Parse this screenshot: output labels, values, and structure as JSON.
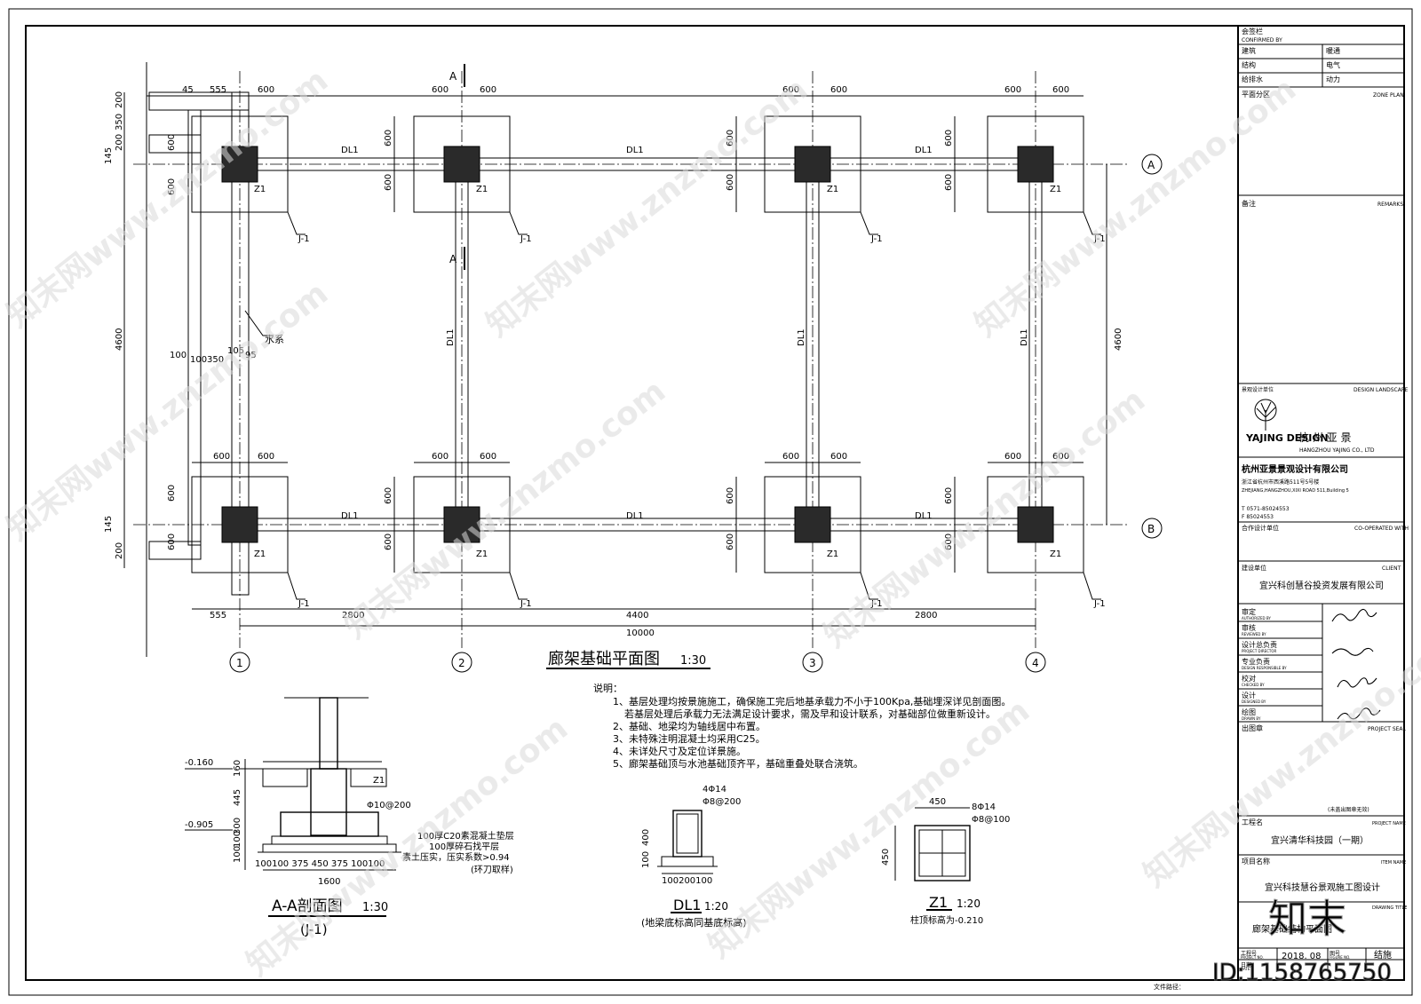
{
  "plan": {
    "title": "廊架基础平面图",
    "scale": "1:30",
    "beam_label": "DL1",
    "column_label": "Z1",
    "footing_label": "J-1",
    "water_label": "水系",
    "section_mark": "A",
    "axis_rows": [
      "A",
      "B"
    ],
    "axis_cols": [
      "1",
      "2",
      "3",
      "4"
    ],
    "dims": {
      "d600": "600",
      "d555": "555",
      "d45": "45",
      "d200": "200",
      "d350": "350",
      "d145": "145",
      "d4600": "4600",
      "d100": "100",
      "d105": "105",
      "d95": "95",
      "d2800": "2800",
      "d4400": "4400",
      "d10000": "10000"
    }
  },
  "notes": {
    "heading": "说明：",
    "lines": [
      "1、基层处理均按景施施工，确保施工完后地基承载力不小于100Kpa,基础埋深详见剖面图。",
      "若基层处理后承载力无法满足设计要求，需及早和设计联系，对基础部位做重新设计。",
      "2、基础、地梁均为轴线居中布置。",
      "3、未特殊注明混凝土均采用C25。",
      "4、未详处尺寸及定位详景施。",
      "5、廊架基础顶与水池基础顶齐平，基础重叠处联合浇筑。"
    ]
  },
  "section": {
    "title": "A-A剖面图",
    "scale": "1:30",
    "sub": "(J-1)",
    "elev1": "-0.160",
    "elev2": "-0.905",
    "col_label": "Z1",
    "col_rebar": "Φ10@200",
    "layer1": "100厚C20素混凝土垫层",
    "layer2": "100厚碎石找平层",
    "layer3": "素土压实，压实系数>0.94",
    "layer3b": "(环刀取样)",
    "v160": "160",
    "v445": "445",
    "v300": "300",
    "v100": "100",
    "bottom_dims": "100100  375    450    375  100100",
    "total": "1600"
  },
  "dl1": {
    "title": "DL1",
    "scale": "1:20",
    "rebar1": "4Φ14",
    "rebar2": "Φ8@200",
    "h400": "400",
    "h100": "100",
    "bottom": "100200100",
    "note": "(地梁底标高同基底标高)"
  },
  "z1": {
    "title": "Z1",
    "scale": "1:20",
    "rebar1": "8Φ14",
    "rebar2": "Φ8@100",
    "w450": "450",
    "h450": "450",
    "note": "柱顶标高为-0.210"
  },
  "titleblock": {
    "sign_head": "会签栏",
    "sign_head_en": "CONFIRMED BY",
    "r1a": "建筑",
    "r1b": "暖通",
    "r2a": "结构",
    "r2b": "电气",
    "r3a": "给排水",
    "r3b": "动力",
    "zone": "平面分区",
    "zone_en": "ZONE PLAN",
    "remarks": "备注",
    "remarks_en": "REMARKS",
    "design_unit": "景观设计单位",
    "design_unit_en": "DESIGN LANDSCAPE",
    "logo_text": "YAJING DESIGN",
    "logo_cn": "杭 州 亚 景",
    "logo_en": "HANGZHOU YAJING CO., LTD",
    "company": "杭州亚景景观设计有限公司",
    "addr1": "浙江省杭州市西溪路511号5号楼",
    "addr2": "ZHEJIANG,HANGZHOU,XIXI ROAD 511,Building 5",
    "tel": "T   0571-85024553",
    "fax": "F   85024553",
    "coop": "合作设计单位",
    "coop_en": "CO-OPERATED WITH",
    "client": "建设单位",
    "client_en": "CLIENT",
    "client_name": "宜兴科创慧谷投资发展有限公司",
    "approve": "审定",
    "approve_en": "AUTHORIZED BY",
    "review": "审核",
    "review_en": "REVIEWED BY",
    "director": "设计总负责",
    "director_en": "PROJECT DIRECTOR",
    "specialist": "专业负责",
    "specialist_en": "DESIGN RESPONSIBLE BY",
    "check": "校对",
    "check_en": "CHECKED BY",
    "design": "设计",
    "design_en": "DESIGNED BY",
    "draw": "绘图",
    "draw_en": "DRAWN BY",
    "seal": "出图章",
    "seal_en": "PROJECT SEAL",
    "seal_note": "(未盖出图章无效)",
    "project": "工程名",
    "project_en": "PROJECT NAME",
    "project_name": "宜兴清华科技园（一期）",
    "item": "项目名称",
    "item_en": "ITEM NAME",
    "item_name": "宜兴科技慧谷景观施工图设计",
    "drawing_title_en": "DRAWING TITLE",
    "drawing_title": "廊架基础结构平面图",
    "proj_no": "工程号",
    "proj_no_en": "PROJECT NO.",
    "date_label": "日期",
    "date_label_en": "DATE",
    "date": "2018. 08",
    "fig_no_label": "图号",
    "fig_no_en": "FIGURE NO.",
    "fig_no": "结施",
    "file_path": "文件路径："
  },
  "watermark": {
    "site": "知末网www.znzmo.com",
    "brand": "知末",
    "id": "ID:1158765750"
  }
}
